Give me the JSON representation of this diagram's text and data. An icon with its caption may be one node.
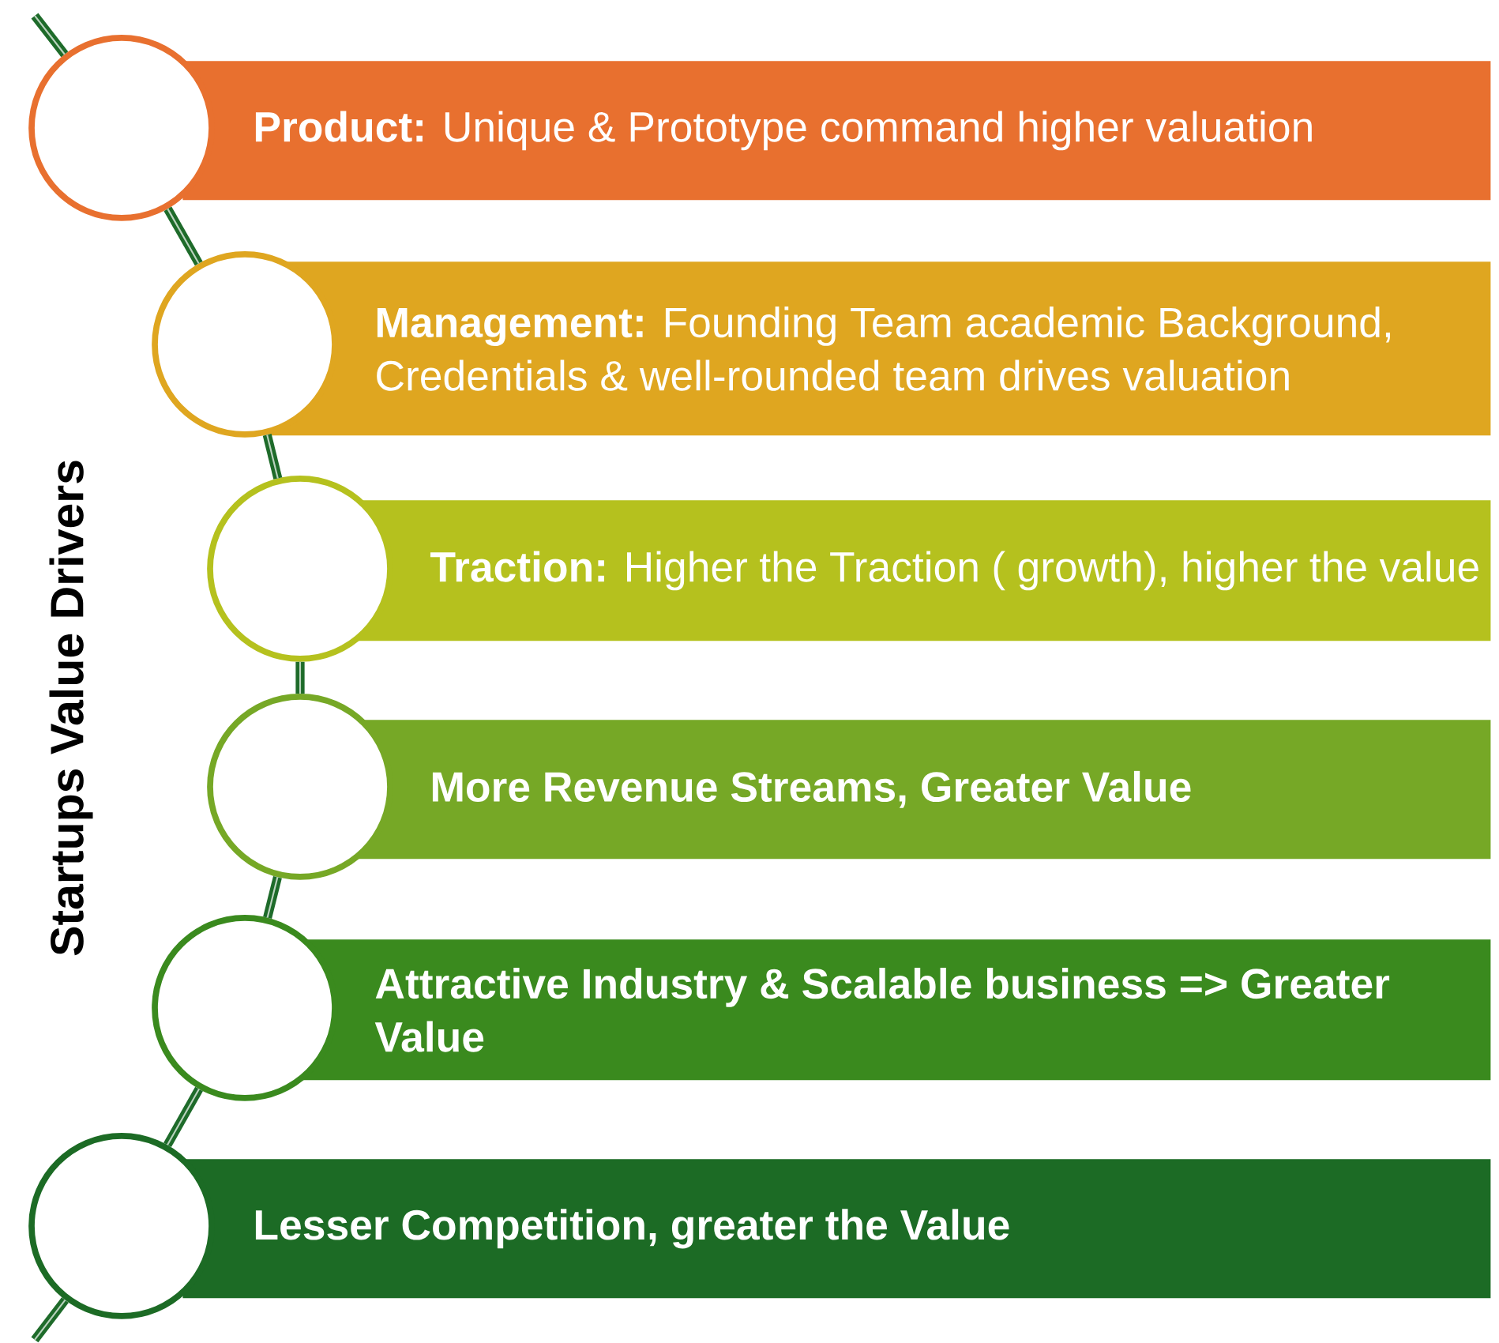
{
  "diagram": {
    "title": "Startups Value Drivers",
    "nodes": [
      {
        "text": [],
        "shape": "circle"
      },
      {
        "text": [
          "**Product:** Unique & Prototype command higher valuation"
        ]
      },
      {
        "text": [],
        "shape": "circle"
      },
      {
        "text": [
          "**Management:** Founding Team academic Background, Credentials & well-rounded team drives valuation"
        ]
      },
      {
        "text": [],
        "shape": "circle"
      },
      {
        "text": [
          "**Traction:** Higher the Traction ( growth), higher the value"
        ]
      },
      {
        "text": [],
        "shape": "circle"
      },
      {
        "text": [
          "More Revenue Streams, Greater Value"
        ]
      },
      {
        "text": [],
        "shape": "circle"
      },
      {
        "text": [
          "Attractive Industry & Scalable business => Greater Value"
        ]
      },
      {
        "text": [],
        "shape": "circle"
      },
      {
        "text": [
          "Lesser Competition, greater the Value"
        ]
      }
    ],
    "edges": [
      {
        "from": null,
        "to": 0,
        "arrow": "none"
      },
      {
        "from": 0,
        "to": 2,
        "arrow": "none"
      },
      {
        "from": 2,
        "to": 4,
        "arrow": "none"
      },
      {
        "from": 4,
        "to": 6,
        "arrow": "none"
      },
      {
        "from": 6,
        "to": 8,
        "arrow": "none"
      },
      {
        "from": 8,
        "to": 10,
        "arrow": "none"
      },
      {
        "from": 10,
        "to": null,
        "arrow": "none"
      }
    ]
  }
}
